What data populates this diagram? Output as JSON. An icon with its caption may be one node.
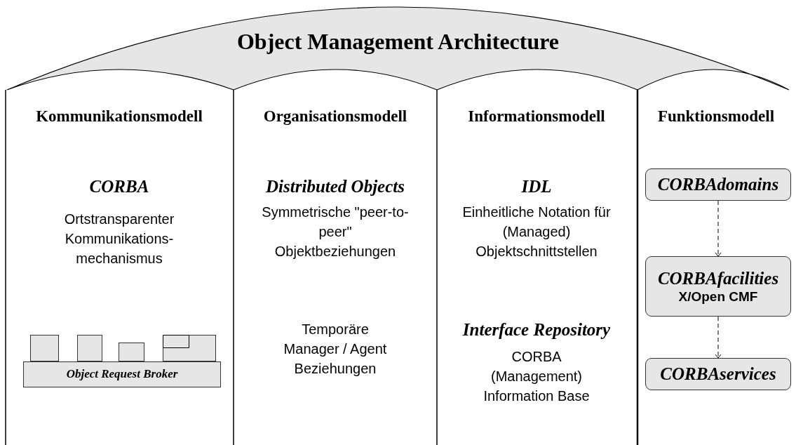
{
  "diagram": {
    "nodes": [
      {
        "text": [
          "Object Management Architecture"
        ]
      },
      {
        "text": [],
        "shape": "box"
      },
      {
        "text": [],
        "shape": "box"
      },
      {
        "text": [],
        "shape": "box"
      },
      {
        "text": [],
        "shape": "box"
      },
      {
        "text": [
          "Object Request Broker"
        ]
      },
      {
        "text": [
          "CORBAdomains"
        ]
      },
      {
        "text": [
          "CORBAfacilities",
          "X/Open CMF"
        ]
      },
      {
        "text": [
          "CORBAservices"
        ]
      }
    ],
    "edges": [
      {
        "from": 6,
        "to": 7,
        "arrow": "to",
        "style": "dashed"
      },
      {
        "from": 7,
        "to": 8,
        "arrow": "to",
        "style": "dashed"
      }
    ],
    "labels": [
      "Kommunikationsmodell",
      "Organisationsmodell",
      "Informationsmodell",
      "Funktionsmodell",
      "CORBA",
      "Ortstransparenter Kommunikations- mechanismus",
      "Distributed Objects",
      "Symmetrische \"peer-to-peer\" Objektbeziehungen",
      "Temporäre Manager / Agent Beziehungen",
      "IDL",
      "Einheitliche Notation für (Managed) Objektschnittstellen",
      "Interface Repository",
      "CORBA (Management) Information Base"
    ]
  }
}
